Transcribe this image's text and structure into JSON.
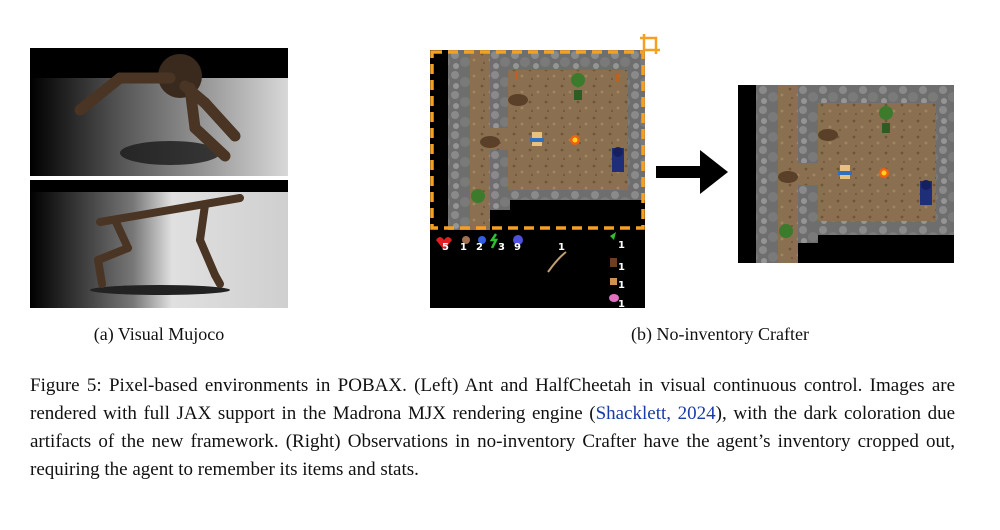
{
  "captions": {
    "a": "(a) Visual Mujoco",
    "b": "(b) No-inventory Crafter"
  },
  "figure_caption": {
    "label": "Figure 5:",
    "part1": "Pixel-based environments in POBAX. (Left) Ant and HalfCheetah in visual continuous control. Images are rendered with full JAX support in the Madrona MJX rendering engine (",
    "cite": "Shacklett, 2024",
    "part2": "), with the dark coloration due artifacts of the new framework. (Right) Observations in no-inventory Crafter have the agent’s inventory cropped out, requiring the agent to remember its items and stats."
  },
  "hud": {
    "health": "5",
    "food": "1",
    "drink": "2",
    "energy": "3",
    "mana": "9",
    "bow": "1",
    "item1": "1",
    "item2": "1",
    "item3": "1",
    "item4": "1"
  },
  "colors": {
    "crop_box": "#f5a020",
    "arrow": "#000000",
    "citation": "#1a3aa8"
  },
  "icons": [
    "crop-icon",
    "arrow-right-icon"
  ]
}
